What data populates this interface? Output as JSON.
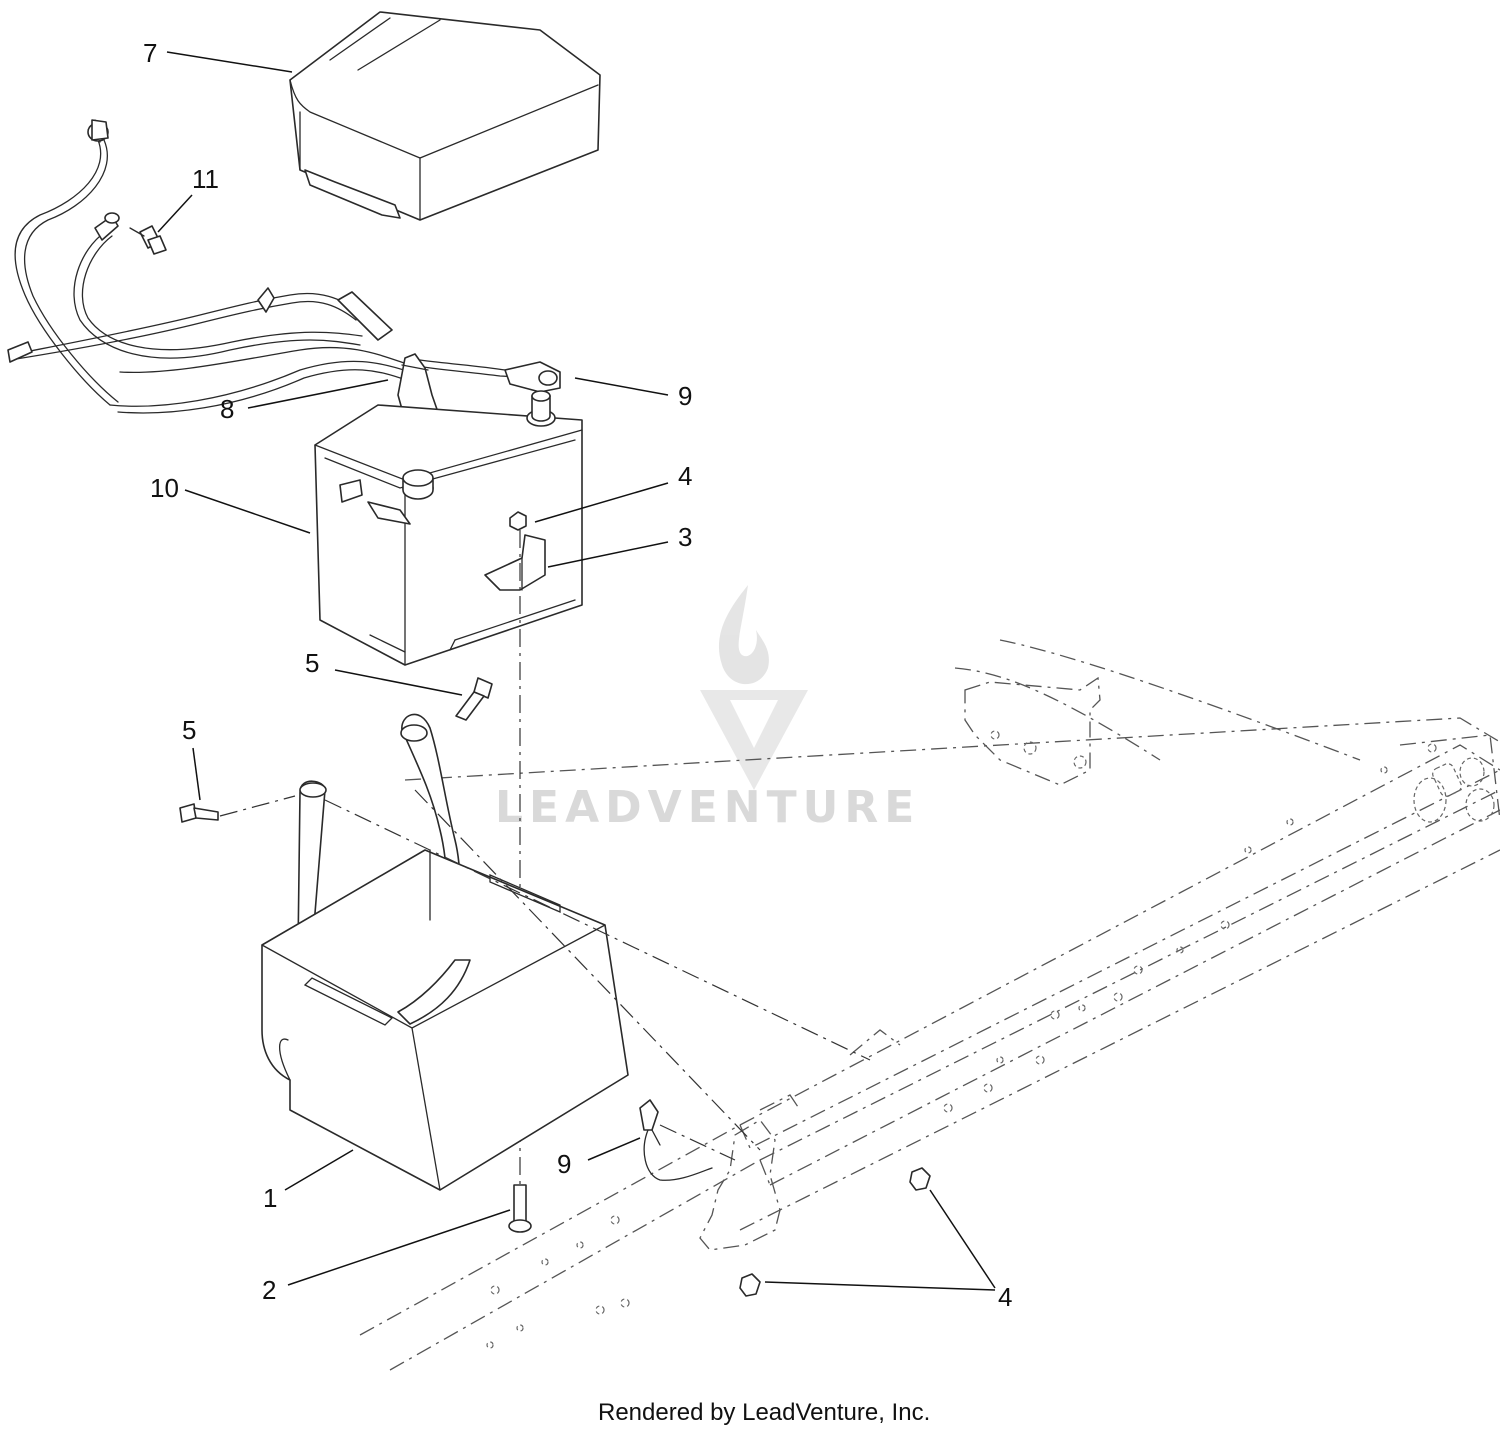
{
  "callouts": [
    {
      "id": "cover",
      "label": "7"
    },
    {
      "id": "bolt-cable",
      "label": "11"
    },
    {
      "id": "positive-cable",
      "label": "9"
    },
    {
      "id": "terminal-boot",
      "label": "8"
    },
    {
      "id": "battery",
      "label": "10"
    },
    {
      "id": "nut-top",
      "label": "4"
    },
    {
      "id": "clamp",
      "label": "3"
    },
    {
      "id": "bolt-right",
      "label": "5"
    },
    {
      "id": "bolt-left",
      "label": "5"
    },
    {
      "id": "tray",
      "label": "1"
    },
    {
      "id": "ground-cable",
      "label": "9"
    },
    {
      "id": "carriage-bolt",
      "label": "2"
    },
    {
      "id": "nuts-frame",
      "label": "4"
    }
  ],
  "watermark": {
    "text": "LEADVENTURE"
  },
  "footer": {
    "text": "Rendered by LeadVenture, Inc."
  },
  "colors": {
    "line": "#2a2a2a",
    "watermark": "#d9d9d9",
    "background": "#ffffff"
  }
}
